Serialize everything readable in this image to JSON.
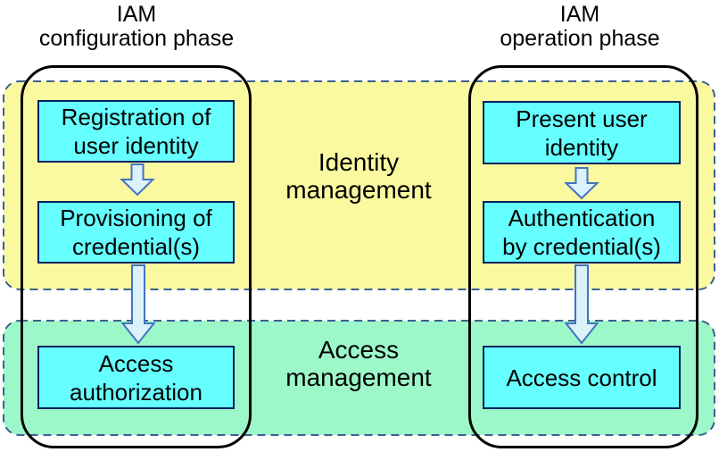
{
  "columns": [
    {
      "title": "IAM\nconfiguration phase",
      "steps": [
        {
          "label": "Registration of\nuser identity"
        },
        {
          "label": "Provisioning of\ncredential(s)"
        },
        {
          "label": "Access\nauthorization"
        }
      ]
    },
    {
      "title": "IAM\noperation phase",
      "steps": [
        {
          "label": "Present user\nidentity"
        },
        {
          "label": "Authentication\nby credential(s)"
        },
        {
          "label": "Access control"
        }
      ]
    }
  ],
  "bands": [
    {
      "label": "Identity\nmanagement",
      "color": "#FAF9A0"
    },
    {
      "label": "Access\nmanagement",
      "color": "#9CF8C8"
    }
  ],
  "colors": {
    "band-identity": "#FAF9A0",
    "band-access": "#9CF8C8",
    "band-border": "#3D6091",
    "node-fill": "#66FFFF",
    "node-border": "#002060",
    "column-border": "#000000",
    "arrow-fill": "#DCF2FA",
    "arrow-border": "#4472C4",
    "text": "#000000",
    "bg": "#FFFFFF"
  }
}
